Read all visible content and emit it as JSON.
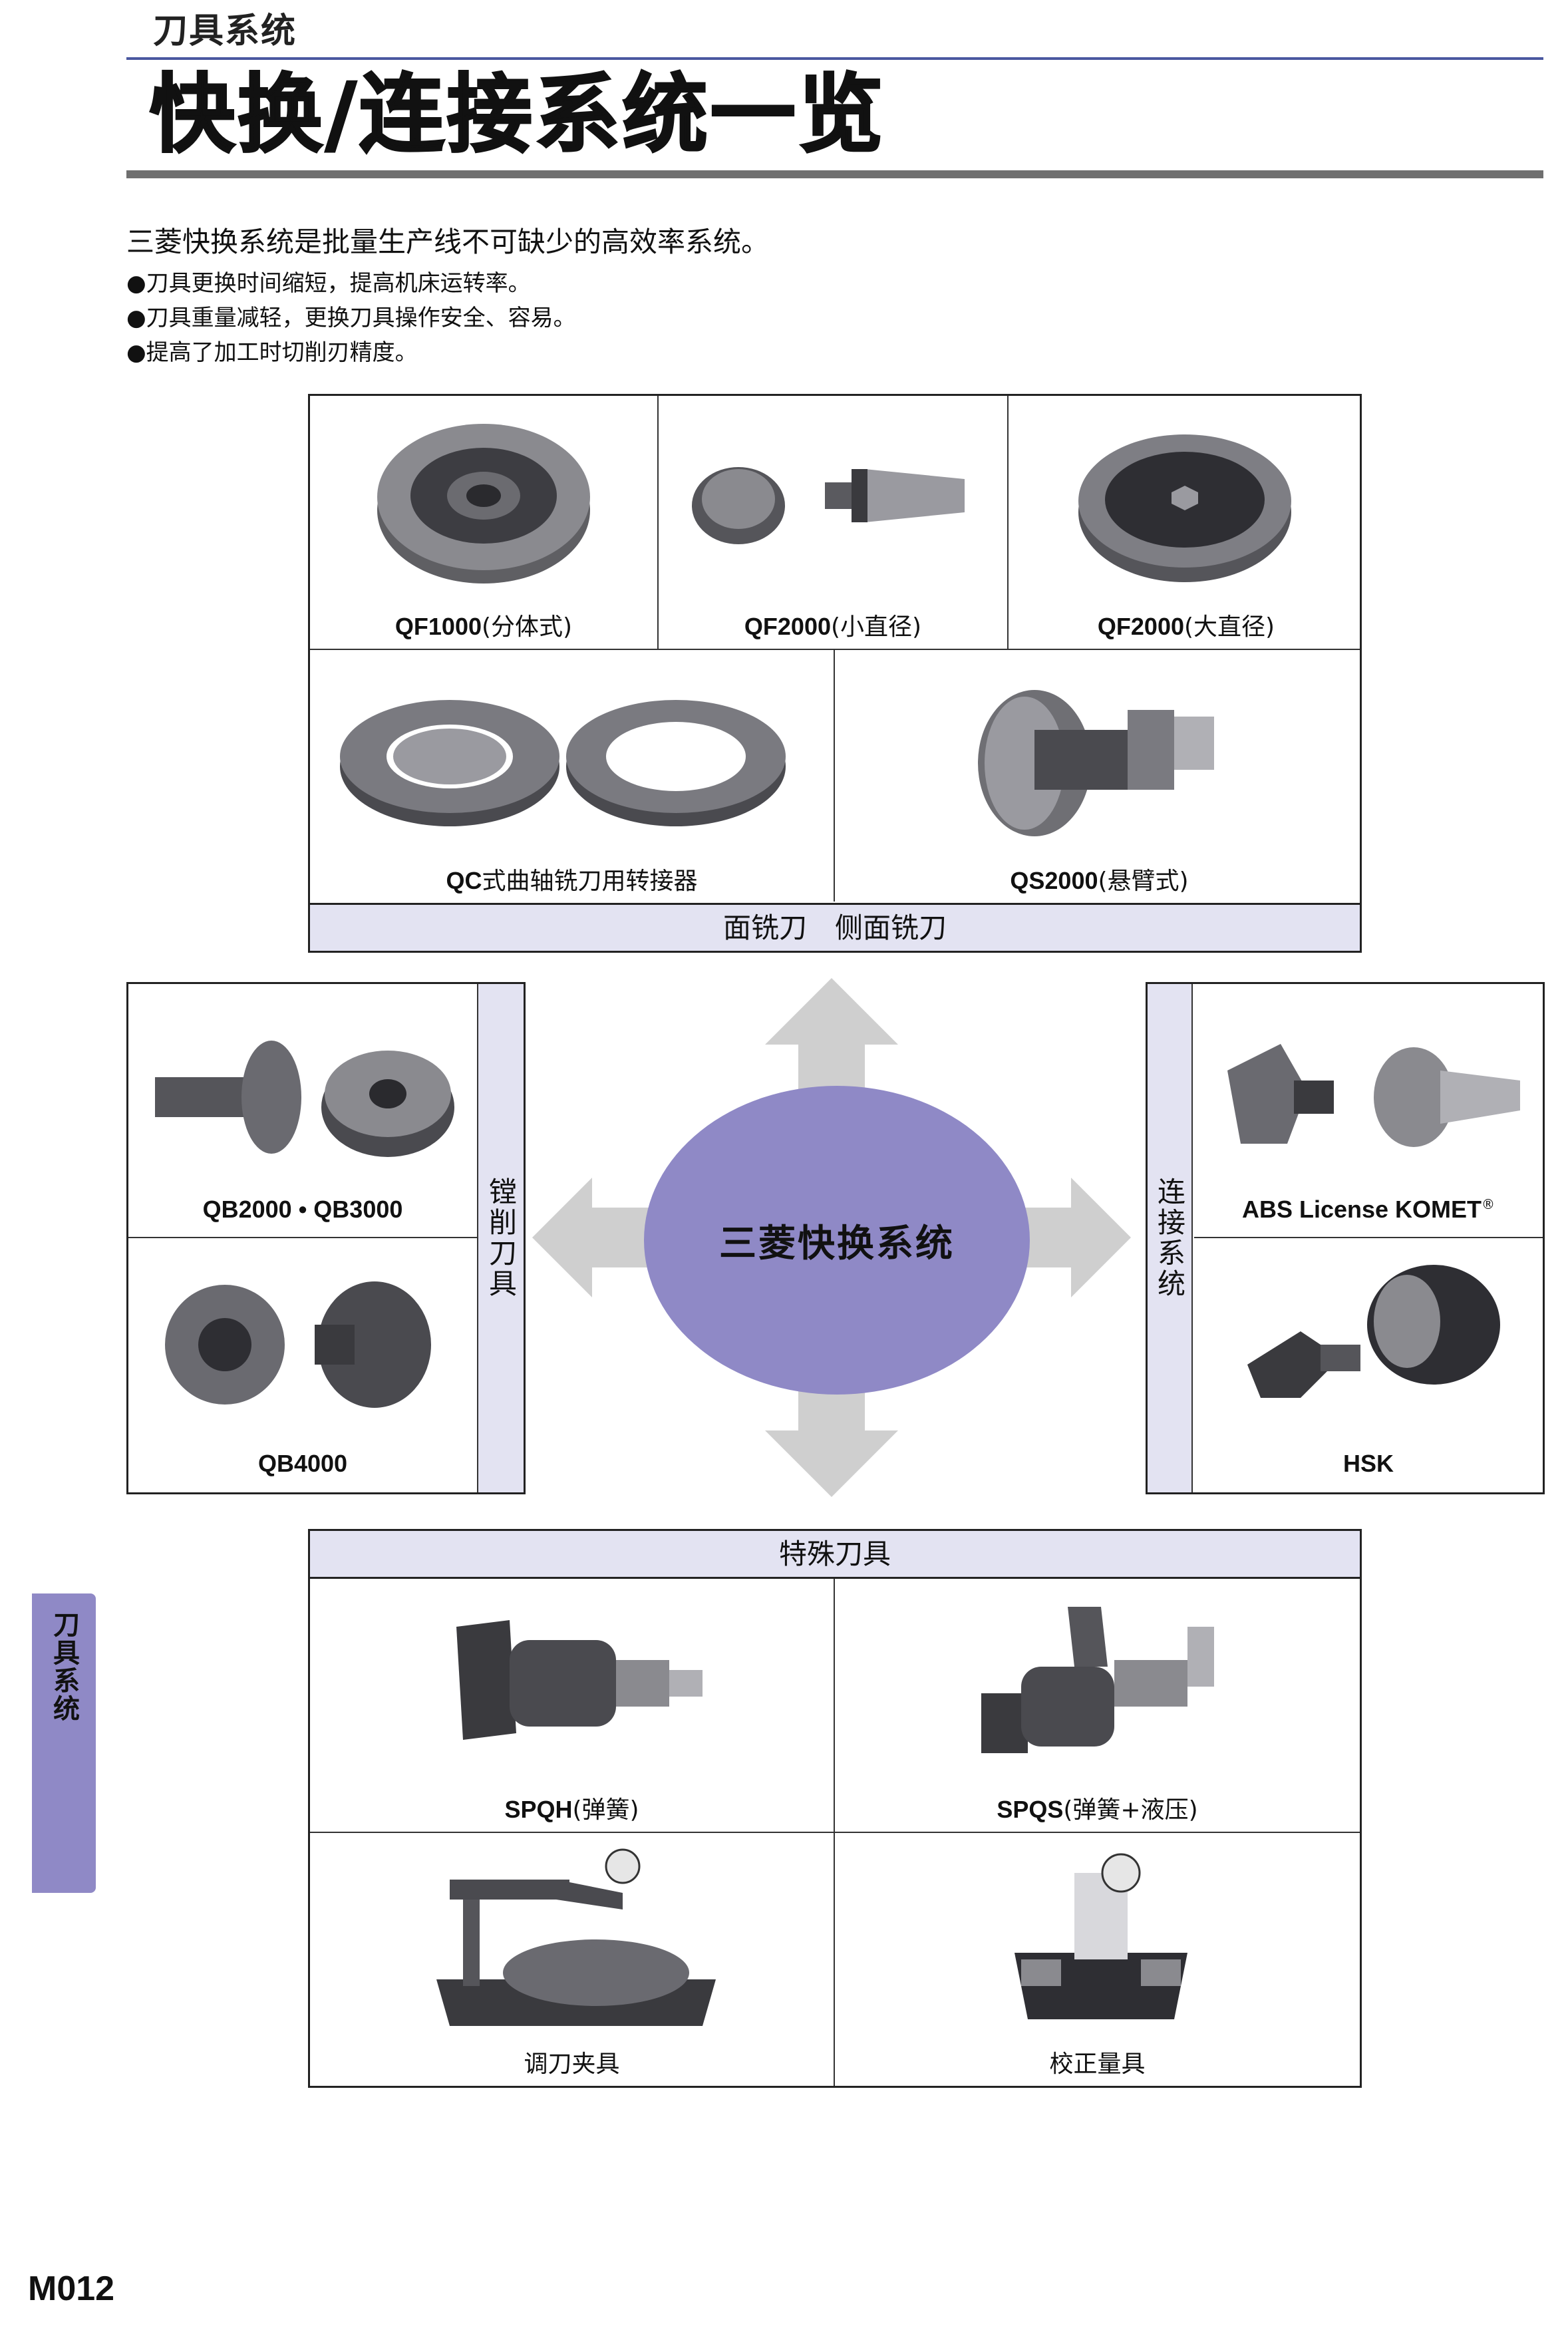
{
  "header": {
    "section": "刀具系统",
    "title": "快换/连接系统一览"
  },
  "intro": {
    "headline": "三菱快换系统是批量生产线不可缺少的高效率系统。",
    "bullets": [
      "●刀具更换时间缩短，提高机床运转率。",
      "●刀具重量减轻，更换刀具操作安全、容易。",
      "●提高了加工时切削刃精度。"
    ]
  },
  "milling": {
    "items": [
      {
        "code": "QF1000",
        "note": "(分体式)"
      },
      {
        "code": "QF2000",
        "note": "(小直径)"
      },
      {
        "code": "QF2000",
        "note": "(大直径)"
      },
      {
        "code": "QC",
        "note": "式曲轴铣刀用转接器"
      },
      {
        "code": "QS2000",
        "note": "(悬臂式)"
      }
    ],
    "band_label": "面铣刀　侧面铣刀"
  },
  "boring": {
    "items": [
      {
        "code": "QB2000 • QB3000",
        "note": ""
      },
      {
        "code": "QB4000",
        "note": ""
      }
    ],
    "band_label": "镗削刀具"
  },
  "connect": {
    "items": [
      {
        "code": "ABS License KOMET",
        "note": "®"
      },
      {
        "code": "HSK",
        "note": ""
      }
    ],
    "band_label": "连接系统"
  },
  "center_label": "三菱快换系统",
  "special": {
    "band_label": "特殊刀具",
    "items": [
      {
        "code": "SPQH",
        "note": "(弹簧)"
      },
      {
        "code": "SPQS",
        "note": "(弹簧+液压)"
      },
      {
        "code": "",
        "note": "调刀夹具"
      },
      {
        "code": "",
        "note": "校正量具"
      }
    ]
  },
  "side_tab": "刀具系统",
  "page_number": "M012",
  "colors": {
    "accent": "#8f89c6",
    "band": "#e3e3f2",
    "rule": "#4a57a0",
    "arrow": "#cfcfcf"
  }
}
